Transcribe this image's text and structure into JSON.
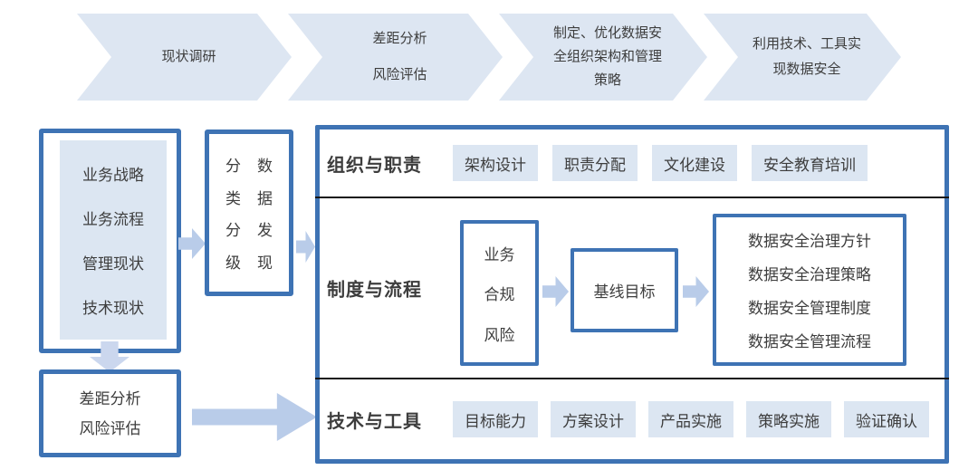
{
  "colors": {
    "accent_border": "#3e73b4",
    "chevron_fill": "#dde6f2",
    "chip_fill": "#dce6f2",
    "panel_fill": "#dce6f2",
    "arrow_fill": "#b9cce9",
    "arrow_fill_light": "#cbd7ee",
    "divider": "#161616",
    "text": "#3d3d3d"
  },
  "process_steps": [
    {
      "lines": [
        "现状调研"
      ]
    },
    {
      "lines": [
        "差距分析",
        "风险评估"
      ]
    },
    {
      "lines": [
        "制定、优化数据安",
        "全组织架构和管理",
        "策略"
      ]
    },
    {
      "lines": [
        "利用技术、工具实",
        "现数据安全"
      ]
    }
  ],
  "left_column": {
    "current_state": {
      "items": [
        "业务战略",
        "业务流程",
        "管理现状",
        "技术现状"
      ]
    },
    "gap_analysis": {
      "lines": [
        "差距分析",
        "风险评估"
      ]
    },
    "classification": {
      "col1": [
        "分",
        "类",
        "分",
        "级"
      ],
      "col2": [
        "数",
        "据",
        "发",
        "现"
      ]
    }
  },
  "panel": {
    "rows": [
      {
        "title": "组织与职责",
        "chips": [
          "架构设计",
          "职责分配",
          "文化建设",
          "安全教育培训"
        ]
      },
      {
        "title": "制度与流程",
        "source": {
          "lines": [
            "业务",
            "合规",
            "风险"
          ]
        },
        "target": "基线目标",
        "outputs": [
          "数据安全治理方针",
          "数据安全治理策略",
          "数据安全管理制度",
          "数据安全管理流程"
        ]
      },
      {
        "title": "技术与工具",
        "chips": [
          "目标能力",
          "方案设计",
          "产品实施",
          "策略实施",
          "验证确认"
        ]
      }
    ]
  }
}
